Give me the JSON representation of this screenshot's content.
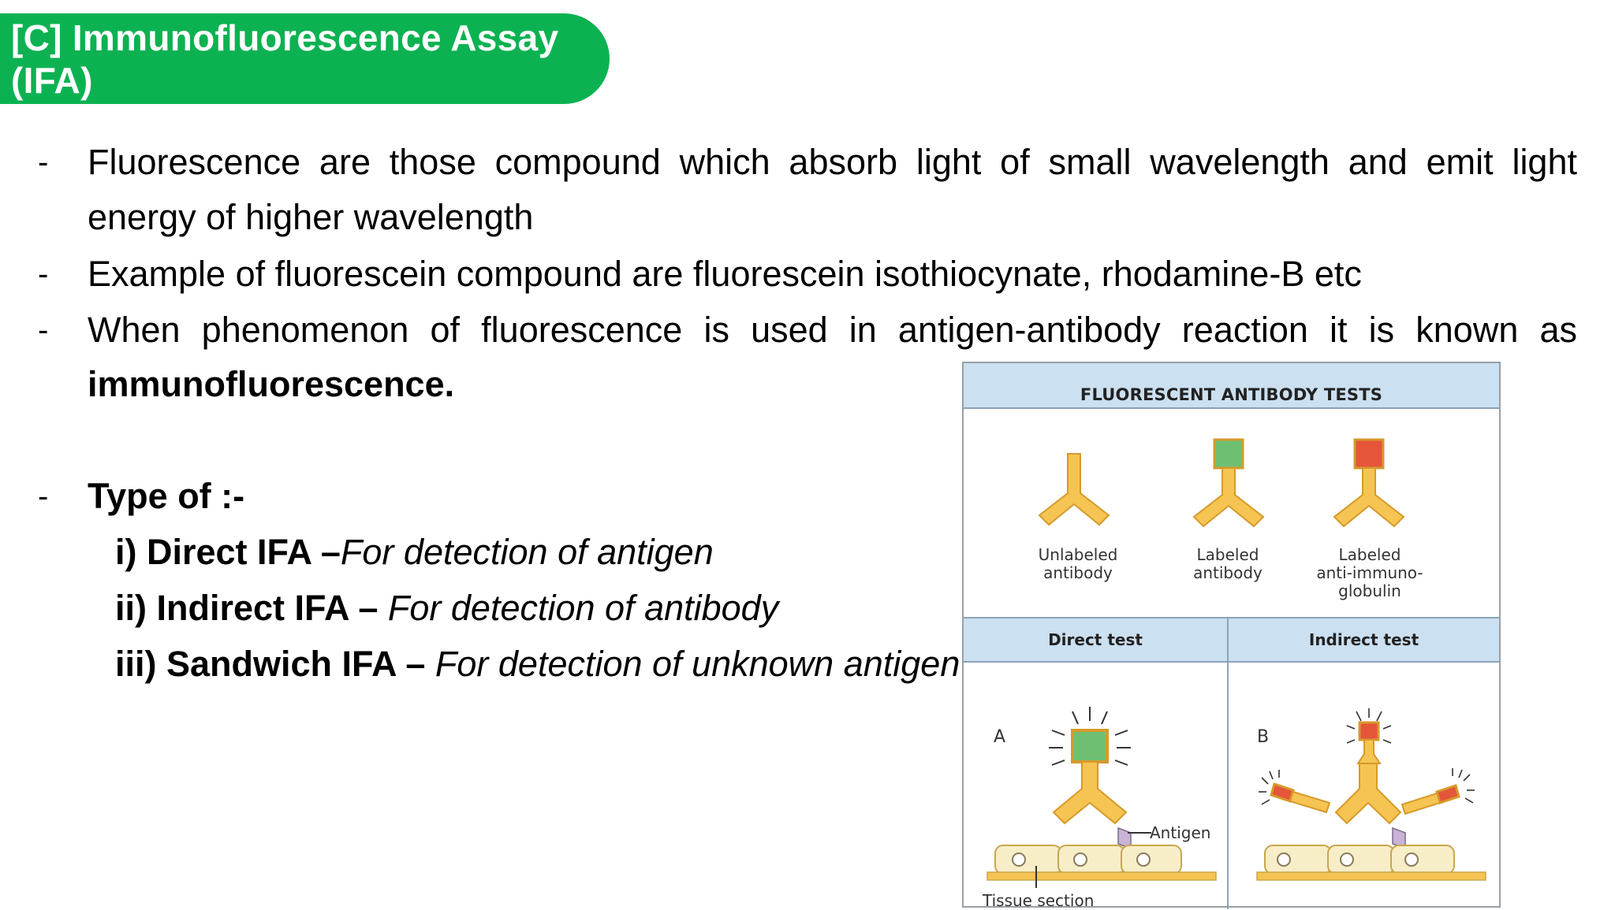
{
  "title": "[C] Immunofluorescence Assay (IFA)",
  "bullets": {
    "marker": "-",
    "b1_line1": "Fluorescence are those compound which absorb light of small wavelength and emit light",
    "b1_line2": "energy of higher wavelength",
    "b2": "Example of fluorescein compound are fluorescein isothiocynate, rhodamine-B etc",
    "b3_line1": "When phenomenon of fluorescence is used in antigen-antibody reaction it is known as",
    "b3_line2": "immunofluorescence.",
    "b4": "Type of :-"
  },
  "types": [
    {
      "name": "i) Direct IFA –",
      "desc": "For detection of antigen"
    },
    {
      "name": "ii) Indirect IFA – ",
      "desc": "For detection of antibody"
    },
    {
      "name": "iii) Sandwich IFA – ",
      "desc": "For detection of unknown antigen"
    }
  ],
  "figure": {
    "header": "FLUORESCENT ANTIBODY TESTS",
    "labels": {
      "unlabeled_1": "Unlabeled",
      "unlabeled_2": "antibody",
      "labeled_1": "Labeled",
      "labeled_2": "antibody",
      "anti_1": "Labeled",
      "anti_2": "anti-immuno-",
      "anti_3": "globulin"
    },
    "direct_test": "Direct test",
    "indirect_test": "Indirect test",
    "letter_a": "A",
    "letter_b": "B",
    "antigen": "Antigen",
    "tissue": "Tissue section",
    "colors": {
      "antibody": "#f6c452",
      "green_label": "#6fbf73",
      "red_label": "#e5553a",
      "antigen": "#c9b3d6",
      "tissue": "#f7eec8"
    }
  }
}
